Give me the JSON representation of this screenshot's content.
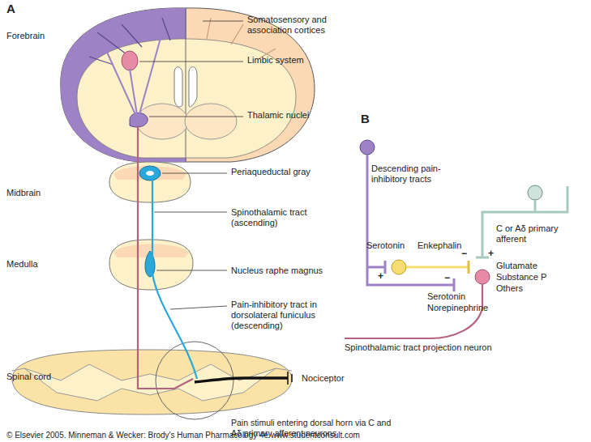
{
  "diagram": {
    "labels": [
      "A",
      "Forebrain",
      "Somatosensory and association cortices",
      "Limbic system",
      "Thalamic nuclei",
      "B",
      "Midbrain",
      "Periaqueductal gray",
      "Spinothalamic tract (ascending)",
      "Descending pain-inhibitory tracts",
      "Medulla",
      "Nucleus raphe magnus",
      "C or Aδ primary afferent",
      "Serotonin",
      "Enkephalin",
      "+",
      "+",
      "Glutamate",
      "Substance P",
      "Others",
      "−",
      "−",
      "Serotonin",
      "Norepinephrine",
      "Pain-inhibitory tract in dorsolateral funiculus (descending)",
      "Spinothalamic tract projection neuron",
      "Spinal cord",
      "Nociceptor",
      "Pain stimuli entering dorsal horn via C and Aδ primary afferent neurons",
      "© Elsevier 2005. Minneman & Wecker: Brody's Human Pharmacology 4e www.studentconsult.com"
    ]
  }
}
